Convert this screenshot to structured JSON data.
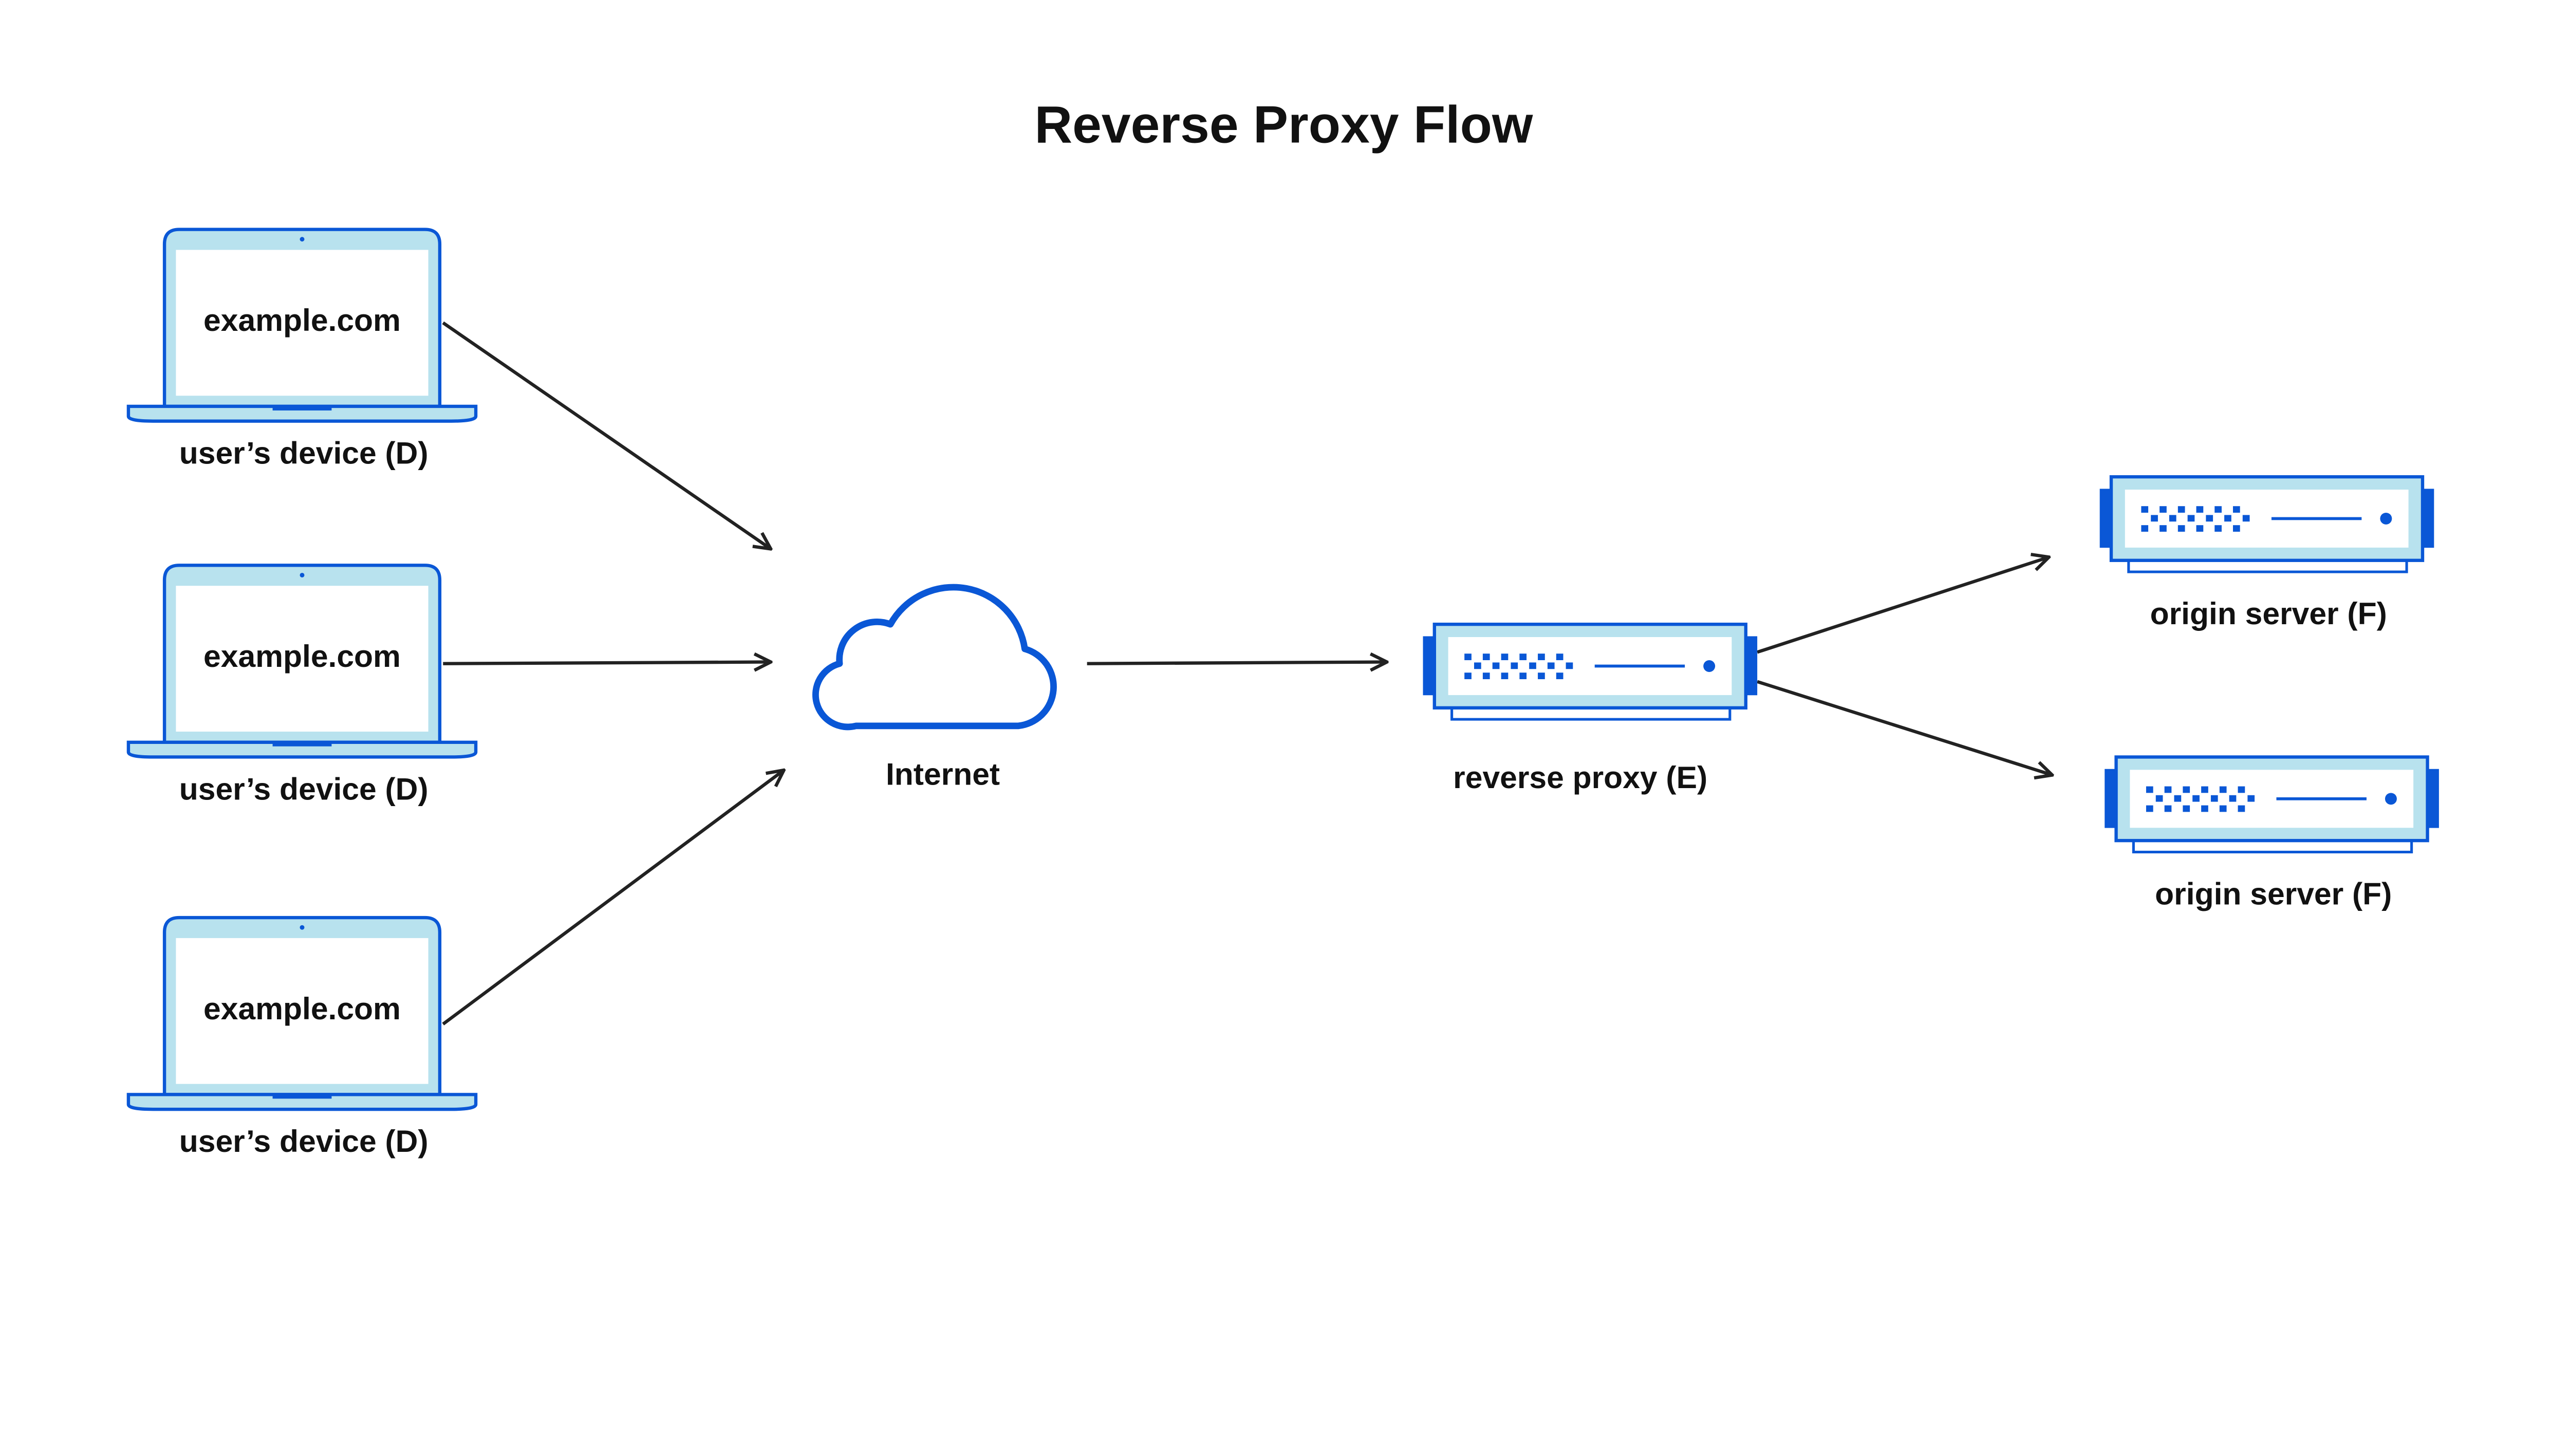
{
  "title": "Reverse Proxy Flow",
  "colors": {
    "accent": "#0A57D6",
    "light_fill": "#B8E2EE",
    "arrow": "#222222",
    "text": "#111111"
  },
  "devices": [
    {
      "screen_text": "example.com",
      "label": "user’s device (D)"
    },
    {
      "screen_text": "example.com",
      "label": "user’s device (D)"
    },
    {
      "screen_text": "example.com",
      "label": "user’s device (D)"
    }
  ],
  "internet": {
    "label": "Internet",
    "icon": "cloud-icon"
  },
  "proxy": {
    "label": "reverse proxy (E)",
    "icon": "server-icon"
  },
  "origins": [
    {
      "label": "origin server (F)",
      "icon": "server-icon"
    },
    {
      "label": "origin server (F)",
      "icon": "server-icon"
    }
  ]
}
